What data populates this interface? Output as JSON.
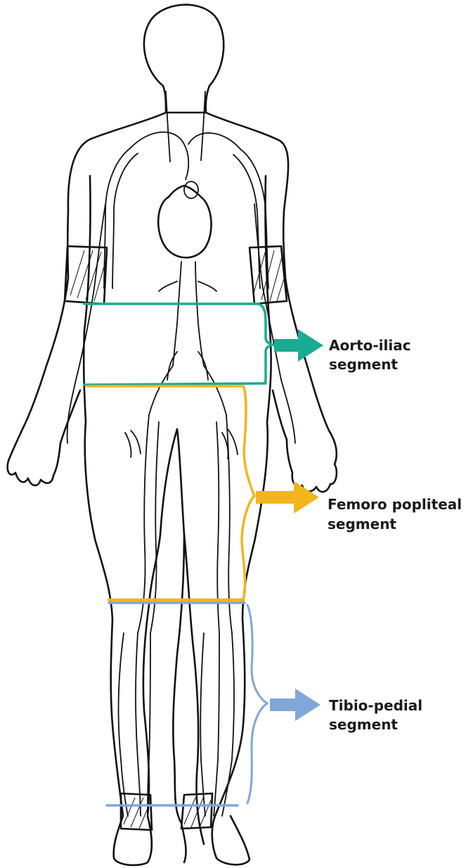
{
  "labels": {
    "aorto_line1": "Aorto-iliac",
    "aorto_line2": "segment",
    "femoro_line1": "Femoro popliteal",
    "femoro_line2": "segment",
    "tibio_line1": "Tibio-pedial",
    "tibio_line2": "segment"
  },
  "colors": {
    "aorto_iliac": "#1aab93",
    "femoro_popliteal": "#f2b51e",
    "tibio_pedial": "#7fa7d8",
    "outline": "#111111"
  }
}
